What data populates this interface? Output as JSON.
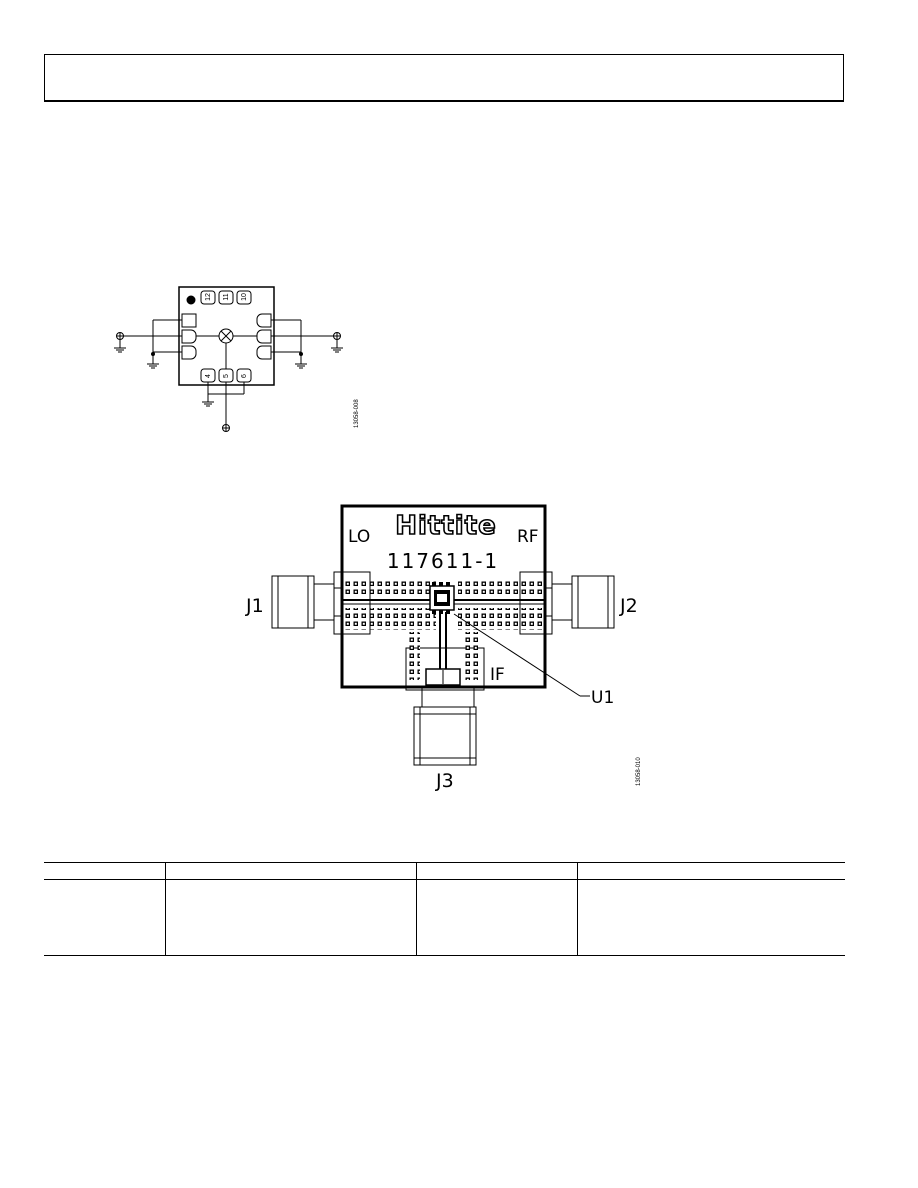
{
  "figure1": {
    "pins_top": [
      "12",
      "11",
      "10"
    ],
    "pins_bottom": [
      "4",
      "5",
      "6"
    ],
    "figure_id": "13058-008"
  },
  "figure2": {
    "brand_logo": "Hittite",
    "board_number": "117611-1",
    "label_lo": "LO",
    "label_rf": "RF",
    "label_if": "IF",
    "label_j1": "J1",
    "label_j2": "J2",
    "label_j3": "J3",
    "label_u1": "U1",
    "figure_id": "13058-010"
  },
  "table": {
    "columns": 4
  }
}
